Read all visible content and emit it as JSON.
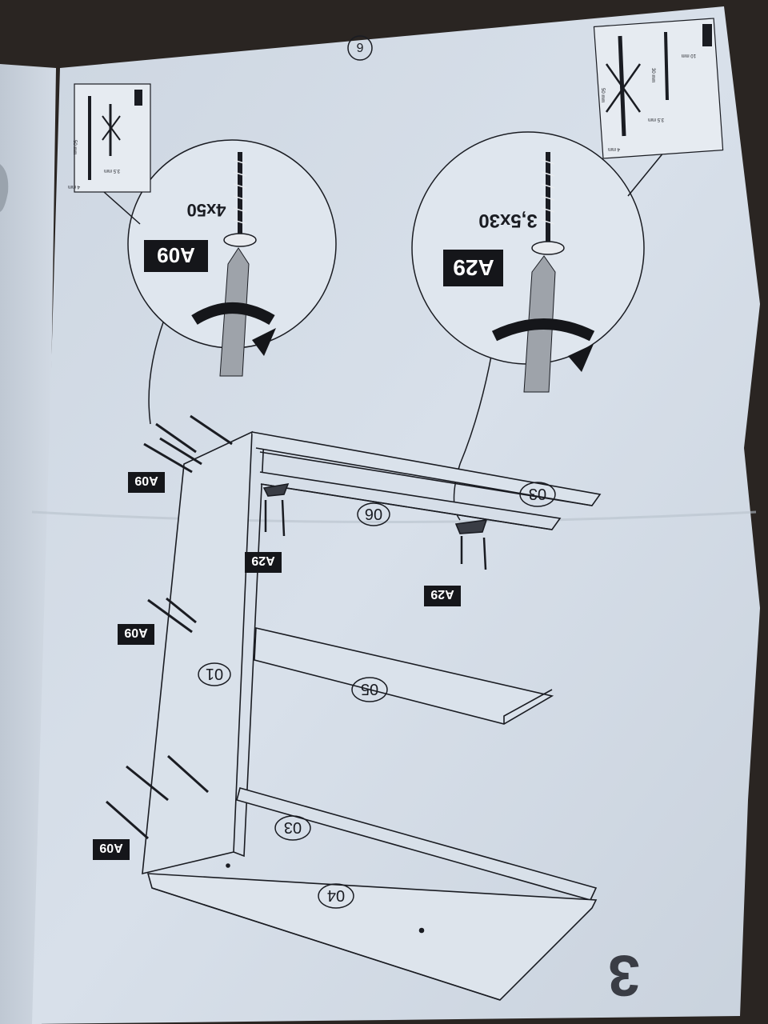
{
  "page": {
    "page_number": "6",
    "step_number": "3"
  },
  "callouts": [
    {
      "part": "A09",
      "screw_size": "4x50",
      "spec_card": {
        "diameter": "4 mm",
        "length": "50 mm",
        "head": "3.5 mm"
      }
    },
    {
      "part": "A29",
      "screw_size": "3,5x30",
      "spec_card": {
        "diameter": "4 mm",
        "length": "50 mm",
        "head": "3.5 mm",
        "alt_length": "30 mm",
        "alt_head": "10 mm"
      }
    }
  ],
  "panels": [
    {
      "id": "01"
    },
    {
      "id": "03"
    },
    {
      "id": "06"
    },
    {
      "id": "05"
    },
    {
      "id": "03"
    },
    {
      "id": "04"
    }
  ],
  "part_labels": [
    {
      "text": "A09"
    },
    {
      "text": "A09"
    },
    {
      "text": "A09"
    },
    {
      "text": "A29"
    },
    {
      "text": "A29"
    }
  ],
  "colors": {
    "paper": "#d5dde7",
    "ink": "#1a1c22",
    "label_bg": "#15161a",
    "label_text": "#ffffff",
    "background": "#2a2522"
  }
}
